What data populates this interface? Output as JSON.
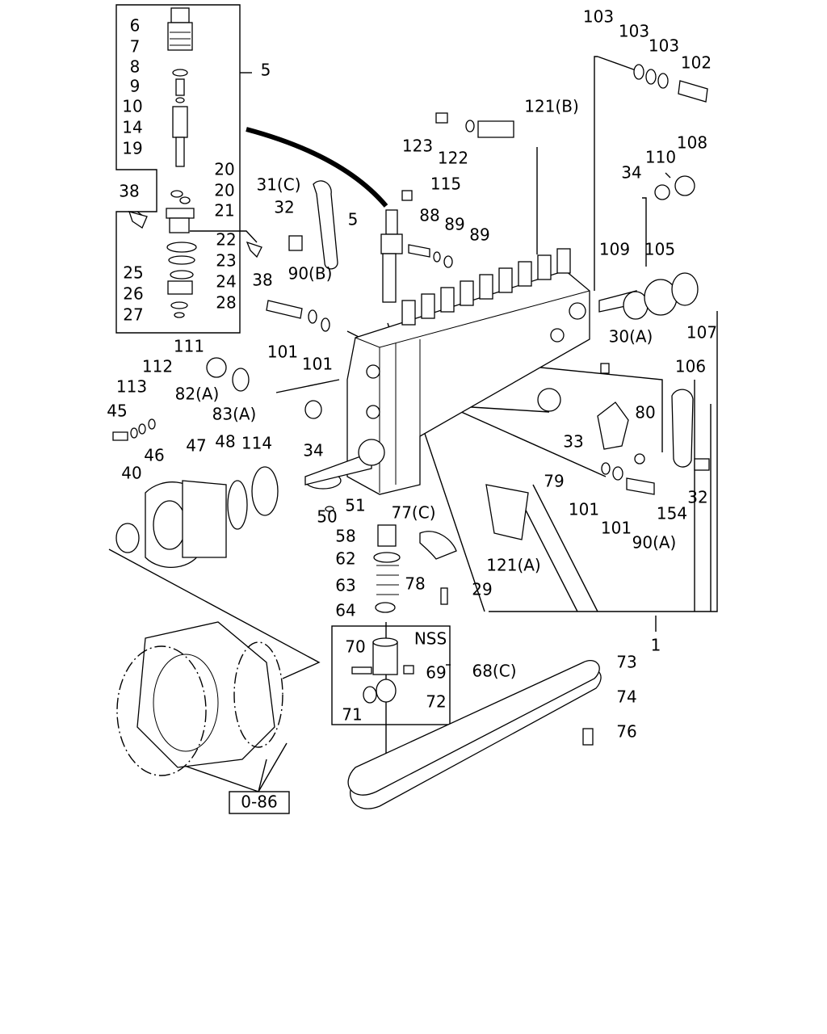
{
  "callouts": [
    {
      "label": "6"
    },
    {
      "label": "7"
    },
    {
      "label": "8"
    },
    {
      "label": "9"
    },
    {
      "label": "10"
    },
    {
      "label": "14"
    },
    {
      "label": "19"
    },
    {
      "label": "5"
    },
    {
      "label": "20"
    },
    {
      "label": "20"
    },
    {
      "label": "21"
    },
    {
      "label": "38"
    },
    {
      "label": "22"
    },
    {
      "label": "23"
    },
    {
      "label": "24"
    },
    {
      "label": "28"
    },
    {
      "label": "25"
    },
    {
      "label": "26"
    },
    {
      "label": "27"
    },
    {
      "label": "38"
    },
    {
      "label": "103"
    },
    {
      "label": "103"
    },
    {
      "label": "103"
    },
    {
      "label": "102"
    },
    {
      "label": "121(B)"
    },
    {
      "label": "123"
    },
    {
      "label": "122"
    },
    {
      "label": "110"
    },
    {
      "label": "108"
    },
    {
      "label": "34"
    },
    {
      "label": "31(C)"
    },
    {
      "label": "115"
    },
    {
      "label": "32"
    },
    {
      "label": "5"
    },
    {
      "label": "88"
    },
    {
      "label": "89"
    },
    {
      "label": "89"
    },
    {
      "label": "90(B)"
    },
    {
      "label": "109"
    },
    {
      "label": "105"
    },
    {
      "label": "107"
    },
    {
      "label": "30(A)"
    },
    {
      "label": "106"
    },
    {
      "label": "101"
    },
    {
      "label": "101"
    },
    {
      "label": "111"
    },
    {
      "label": "112"
    },
    {
      "label": "113"
    },
    {
      "label": "45"
    },
    {
      "label": "82(A)"
    },
    {
      "label": "83(A)"
    },
    {
      "label": "34"
    },
    {
      "label": "46"
    },
    {
      "label": "47"
    },
    {
      "label": "48"
    },
    {
      "label": "114"
    },
    {
      "label": "40"
    },
    {
      "label": "80"
    },
    {
      "label": "33"
    },
    {
      "label": "79"
    },
    {
      "label": "32"
    },
    {
      "label": "154"
    },
    {
      "label": "101"
    },
    {
      "label": "101"
    },
    {
      "label": "90(A)"
    },
    {
      "label": "50"
    },
    {
      "label": "51"
    },
    {
      "label": "77(C)"
    },
    {
      "label": "58"
    },
    {
      "label": "62"
    },
    {
      "label": "121(A)"
    },
    {
      "label": "63"
    },
    {
      "label": "78"
    },
    {
      "label": "29"
    },
    {
      "label": "64"
    },
    {
      "label": "1"
    },
    {
      "label": "NSS"
    },
    {
      "label": "70"
    },
    {
      "label": "69"
    },
    {
      "label": "68(C)"
    },
    {
      "label": "72"
    },
    {
      "label": "71"
    },
    {
      "label": "73"
    },
    {
      "label": "74"
    },
    {
      "label": "76"
    },
    {
      "label": "0-86"
    }
  ]
}
